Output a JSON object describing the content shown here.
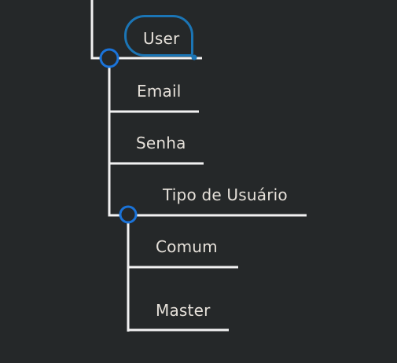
{
  "mindmap": {
    "root": {
      "label": "User",
      "selected": true,
      "children": [
        {
          "label": "Email"
        },
        {
          "label": "Senha"
        },
        {
          "label": "Tipo de Usuário",
          "children": [
            {
              "label": "Comum"
            },
            {
              "label": "Master"
            }
          ]
        }
      ]
    }
  },
  "colors": {
    "background": "#252829",
    "branch_line": "#f2f2f2",
    "node_text": "#e6e1da",
    "selection": "#1b75b5",
    "collapse_button": "#1a73d9"
  }
}
